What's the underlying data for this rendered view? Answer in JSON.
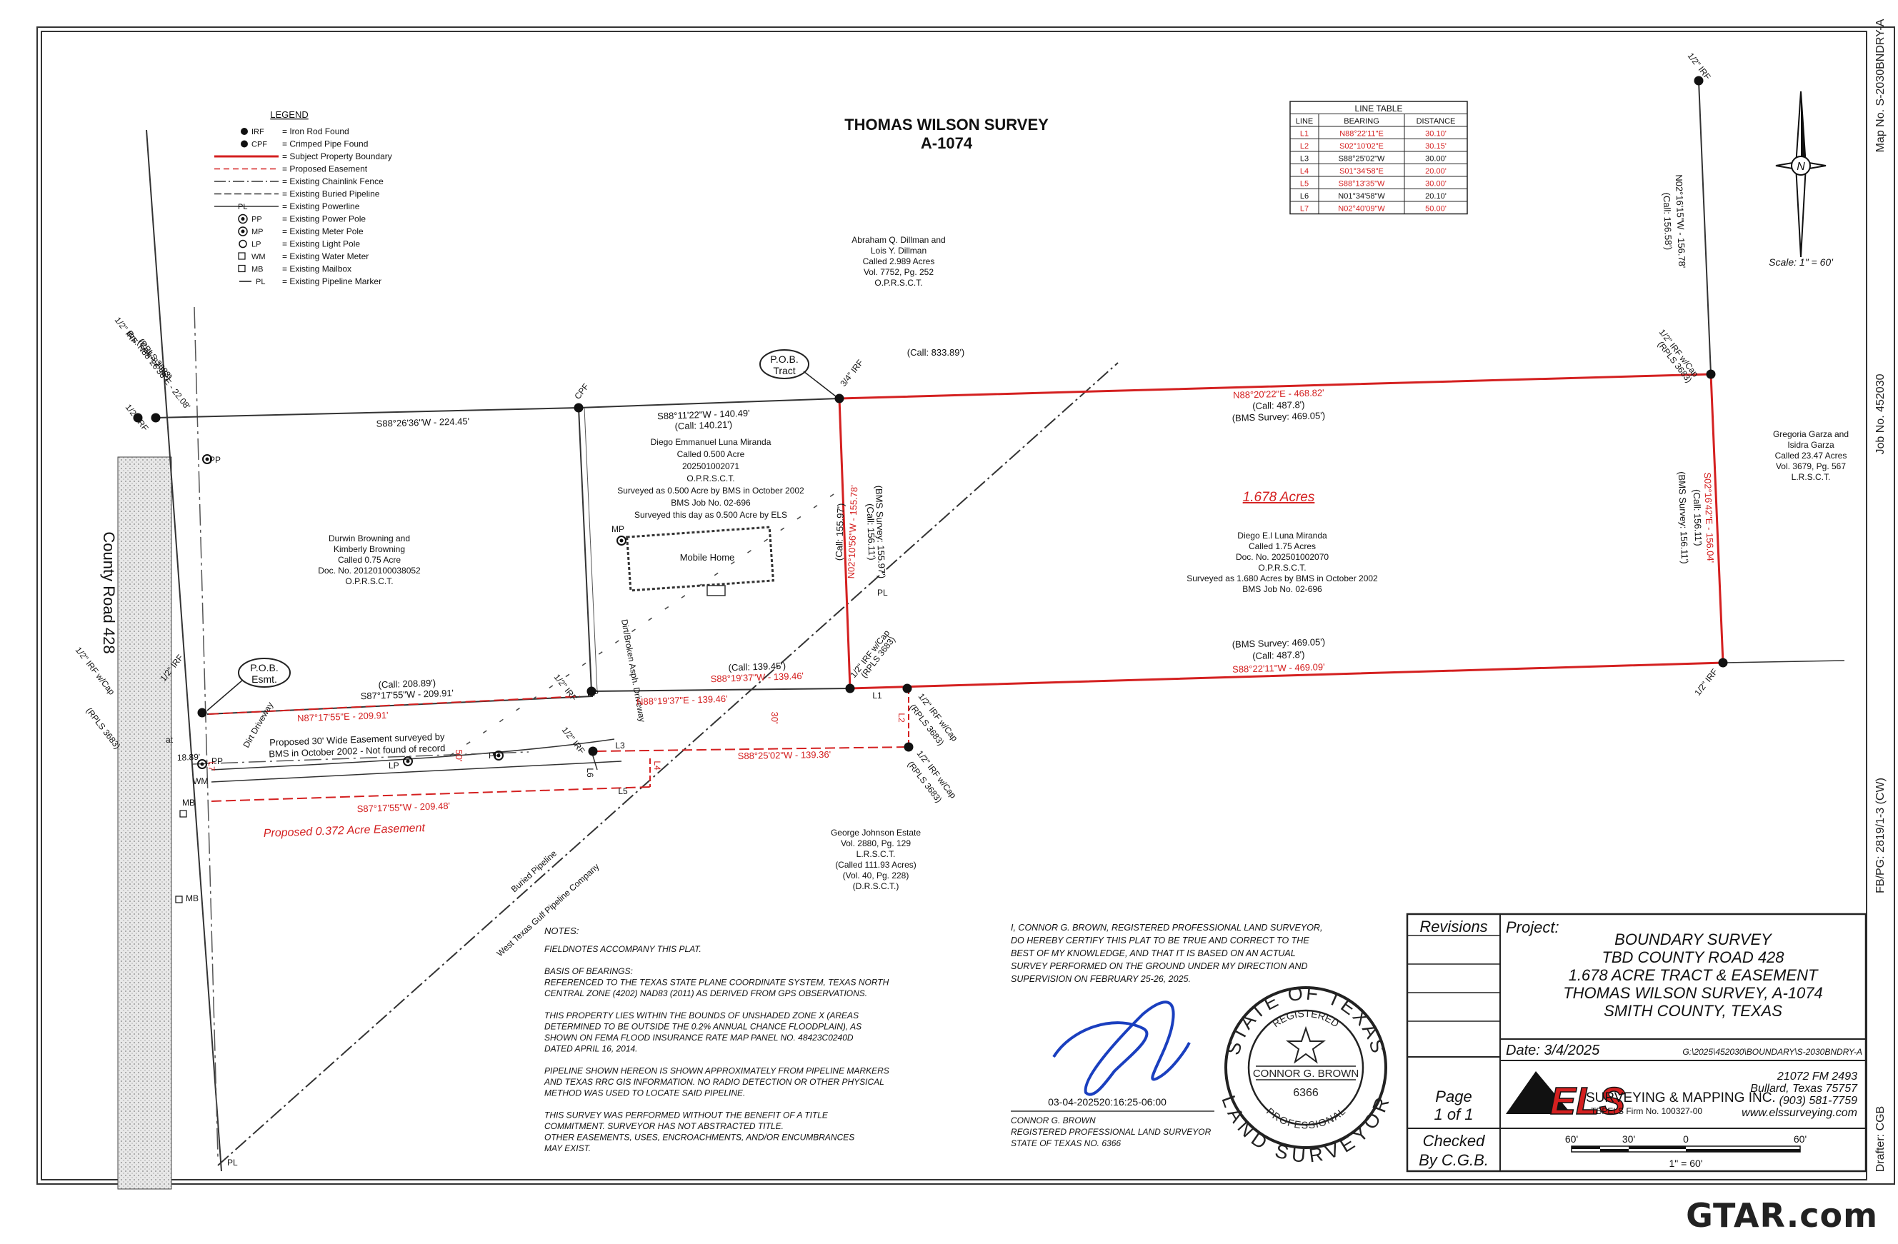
{
  "survey_title": "THOMAS WILSON SURVEY",
  "survey_abstract": "A-1074",
  "legend": {
    "title": "LEGEND",
    "items": [
      "= Iron Rod Found",
      "= Crimped Pipe Found",
      "= Subject Property Boundary",
      "= Proposed Easement",
      "= Existing Chainlink Fence",
      "= Existing Buried Pipeline",
      "= Existing Powerline",
      "= Existing Power Pole",
      "= Existing Meter Pole",
      "= Existing Light Pole",
      "= Existing Water Meter",
      "= Existing Mailbox",
      "= Existing Pipeline Marker"
    ],
    "codes": [
      "IRF",
      "CPF",
      "PL",
      "PP",
      "MP",
      "LP",
      "WM",
      "MB",
      "PL"
    ]
  },
  "line_table": {
    "title": "LINE TABLE",
    "headers": [
      "LINE",
      "BEARING",
      "DISTANCE"
    ],
    "rows": [
      [
        "L1",
        "N88°22'11\"E",
        "30.10'"
      ],
      [
        "L2",
        "S02°10'02\"E",
        "30.15'"
      ],
      [
        "L3",
        "S88°25'02\"W",
        "30.00'"
      ],
      [
        "L4",
        "S01°34'58\"E",
        "20.00'"
      ],
      [
        "L5",
        "S88°13'35\"W",
        "30.00'"
      ],
      [
        "L6",
        "N01°34'58\"W",
        "20.10'"
      ],
      [
        "L7",
        "N02°40'09\"W",
        "50.00'"
      ]
    ],
    "red_rows": [
      true,
      true,
      false,
      true,
      true,
      false,
      true
    ]
  },
  "north": {
    "letter": "N",
    "scale": "Scale: 1\" = 60'"
  },
  "side_labels": {
    "map_no": "Map No. S-2030BNDRY-A",
    "job_no": "Job No. 452030",
    "fbpg": "FB/PG: 2819/1-3 (CW)",
    "drafter": "Drafter: CGB"
  },
  "road": "County Road 428",
  "parcels": {
    "dillman": [
      "Abraham Q. Dillman and",
      "Lois Y. Dillman",
      "Called 2.989 Acres",
      "Vol. 7752, Pg. 252",
      "O.P.R.S.C.T."
    ],
    "diego_half": [
      "Diego Emmanuel Luna Miranda",
      "Called 0.500 Acre",
      "202501002071",
      "O.P.R.S.C.T.",
      "Surveyed as 0.500 Acre by BMS in October 2002",
      "BMS Job No. 02-696",
      "Surveyed this day as 0.500 Acre by ELS"
    ],
    "browning": [
      "Durwin Browning and",
      "Kimberly Browning",
      "Called 0.75 Acre",
      "Doc. No. 20120100038052",
      "O.P.R.S.C.T."
    ],
    "diego_main": [
      "Diego E.l Luna Miranda",
      "Called 1.75 Acres",
      "Doc. No. 202501002070",
      "O.P.R.S.C.T.",
      "Surveyed as 1.680 Acres by BMS in October 2002",
      "BMS Job No. 02-696"
    ],
    "garza": [
      "Gregoria Garza and",
      "Isidra Garza",
      "Called 23.47 Acres",
      "Vol. 3679, Pg. 567",
      "L.R.S.C.T."
    ],
    "johnson": [
      "George Johnson Estate",
      "Vol. 2880, Pg. 129",
      "L.R.S.C.T.",
      "(Called 111.93 Acres)",
      "(Vol. 40, Pg. 228)",
      "(D.R.S.C.T.)"
    ]
  },
  "tract_acres": "1.678 Acres",
  "easement_acres": "Proposed 0.372 Acre Easement",
  "easement_note": [
    "Proposed 30' Wide Easement surveyed by",
    "BMS in October 2002 - Not found of record"
  ],
  "mobile_home": "Mobile Home",
  "driveway": "Dirt/Broken Asph. Driveway",
  "dirt_driveway": "Dirt Driveway",
  "pipeline_1": "Buried Pipeline",
  "pipeline_2": "West Texas Gulf Pipeline Company",
  "pob_tract": [
    "P.O.B.",
    "Tract"
  ],
  "pob_esmt": [
    "P.O.B.",
    "Esmt."
  ],
  "bearings": {
    "north_main": "N88°20'22\"E - 468.82'",
    "north_main_call": "(Call: 487.8')",
    "north_main_bms": "(BMS Survey: 469.05')",
    "north_call_833": "(Call: 833.89')",
    "south_main": "S88°22'11\"W - 469.09'",
    "south_main_call": "(Call: 487.8')",
    "south_main_bms": "(BMS Survey: 469.05')",
    "east_main": "S02°16'42\"E - 156.04'",
    "east_main_call": "(Call: 156.11')",
    "east_main_bms": "(BMS Survey: 156.11')",
    "west_main": "N02°10'56\"W - 155.78'",
    "west_main_call": "(Call: 155.97')",
    "west_main_bms": "(BMS Survey: 155.97')",
    "west_main_call2": "(Call: 156.11')",
    "top_right": "N02°16'15\"W - 156.78'",
    "top_right_call": "(Call: 156.58')",
    "half_north": "S88°11'22\"W - 140.49'",
    "half_north_call": "(Call: 140.21')",
    "left_north": "S88°26'36\"W - 224.45'",
    "half_south_red": "S88°19'37\"W - 139.46'",
    "half_south_call": "(Call: 139.45')",
    "half_south_black": "N88°19'37\"E - 139.46'",
    "esmt_north": "S87°17'55\"W - 209.91'",
    "esmt_north_call": "(Call: 208.89')",
    "esmt_north_red": "N87°17'55\"E - 209.91'",
    "esmt_south": "S87°17'55\"W - 209.48'",
    "esmt_mid": "S88°25'02\"W - 139.36'",
    "dist_30": "30'",
    "dist_50": "50'",
    "dist_1889": "18.89'"
  },
  "monuments": {
    "irf_half": "1/2\" IRF",
    "irf_34": "3/4\" IRF",
    "irf_cap": "1/2\" IRF w/Cap",
    "rpls": "(RPLS 3683)",
    "cpf": "CPF",
    "brs": "Brs. N88°26'36\"E - 22.08'",
    "brs_call": "(Call: 22.06')",
    "at": "at"
  },
  "poles": {
    "pp": "PP",
    "mp": "MP",
    "lp": "LP",
    "wm": "WM",
    "mb": "MB",
    "pl": "PL"
  },
  "notes": {
    "title": "NOTES:",
    "lines": [
      "FIELDNOTES ACCOMPANY THIS PLAT.",
      "",
      "BASIS OF BEARINGS:",
      "REFERENCED TO THE TEXAS STATE PLANE COORDINATE SYSTEM, TEXAS NORTH",
      "CENTRAL ZONE (4202) NAD83 (2011) AS DERIVED FROM GPS OBSERVATIONS.",
      "",
      "THIS PROPERTY LIES WITHIN THE BOUNDS OF UNSHADED ZONE X (AREAS",
      "DETERMINED TO BE OUTSIDE THE 0.2% ANNUAL CHANCE FLOODPLAIN), AS",
      "SHOWN ON FEMA FLOOD INSURANCE RATE MAP PANEL NO. 48423C0240D",
      "DATED APRIL 16, 2014.",
      "",
      "PIPELINE SHOWN HEREON IS SHOWN APPROXIMATELY FROM PIPELINE MARKERS",
      "AND TEXAS RRC GIS INFORMATION. NO RADIO DETECTION OR OTHER PHYSICAL",
      "METHOD WAS USED TO LOCATE SAID PIPELINE.",
      "",
      "THIS SURVEY WAS PERFORMED WITHOUT THE BENEFIT OF A TITLE",
      "COMMITMENT. SURVEYOR HAS NOT ABSTRACTED TITLE.",
      "OTHER EASEMENTS, USES, ENCROACHMENTS, AND/OR ENCUMBRANCES",
      "MAY EXIST."
    ]
  },
  "certification": [
    "I, CONNOR G. BROWN, REGISTERED PROFESSIONAL LAND SURVEYOR,",
    "DO HEREBY CERTIFY THIS PLAT TO BE TRUE AND CORRECT TO THE",
    "BEST OF MY KNOWLEDGE, AND THAT IT IS BASED ON AN ACTUAL",
    "SURVEY PERFORMED ON THE GROUND UNDER MY DIRECTION AND",
    "SUPERVISION ON FEBRUARY 25-26, 2025."
  ],
  "signature_time": "03-04-202520:16:25-06:00",
  "signer": [
    "CONNOR G. BROWN",
    "REGISTERED PROFESSIONAL LAND SURVEYOR",
    "STATE OF TEXAS NO. 6366"
  ],
  "seal": {
    "top": "STATE OF TEXAS",
    "registered": "REGISTERED",
    "name": "CONNOR G. BROWN",
    "number": "6366",
    "professional": "PROFESSIONAL",
    "bottom": "LAND SURVEYOR"
  },
  "title_block": {
    "revisions": "Revisions",
    "project_label": "Project:",
    "project": [
      "BOUNDARY SURVEY",
      "TBD COUNTY ROAD 428",
      "1.678 ACRE TRACT & EASEMENT",
      "THOMAS WILSON SURVEY, A-1074",
      "SMITH COUNTY, TEXAS"
    ],
    "date": "Date: 3/4/2025",
    "path": "G:\\2025\\452030\\BOUNDARY\\S-2030BNDRY-A",
    "page": [
      "Page",
      "1 of 1"
    ],
    "checked": [
      "Checked",
      "By C.G.B."
    ],
    "logo": "ELS",
    "company": "SURVEYING & MAPPING INC.",
    "firm": "TBPELS Firm No. 100327-00",
    "address": [
      "21072 FM 2493",
      "Bullard, Texas 75757",
      "(903) 581-7759",
      "www.elssurveying.com"
    ],
    "scalebar_labels": [
      "60'",
      "30'",
      "0",
      "60'"
    ],
    "scalebar_caption": "1\" = 60'"
  },
  "watermark": "GTAR.com",
  "colors": {
    "boundary": "#d42020",
    "line": "#333333"
  }
}
